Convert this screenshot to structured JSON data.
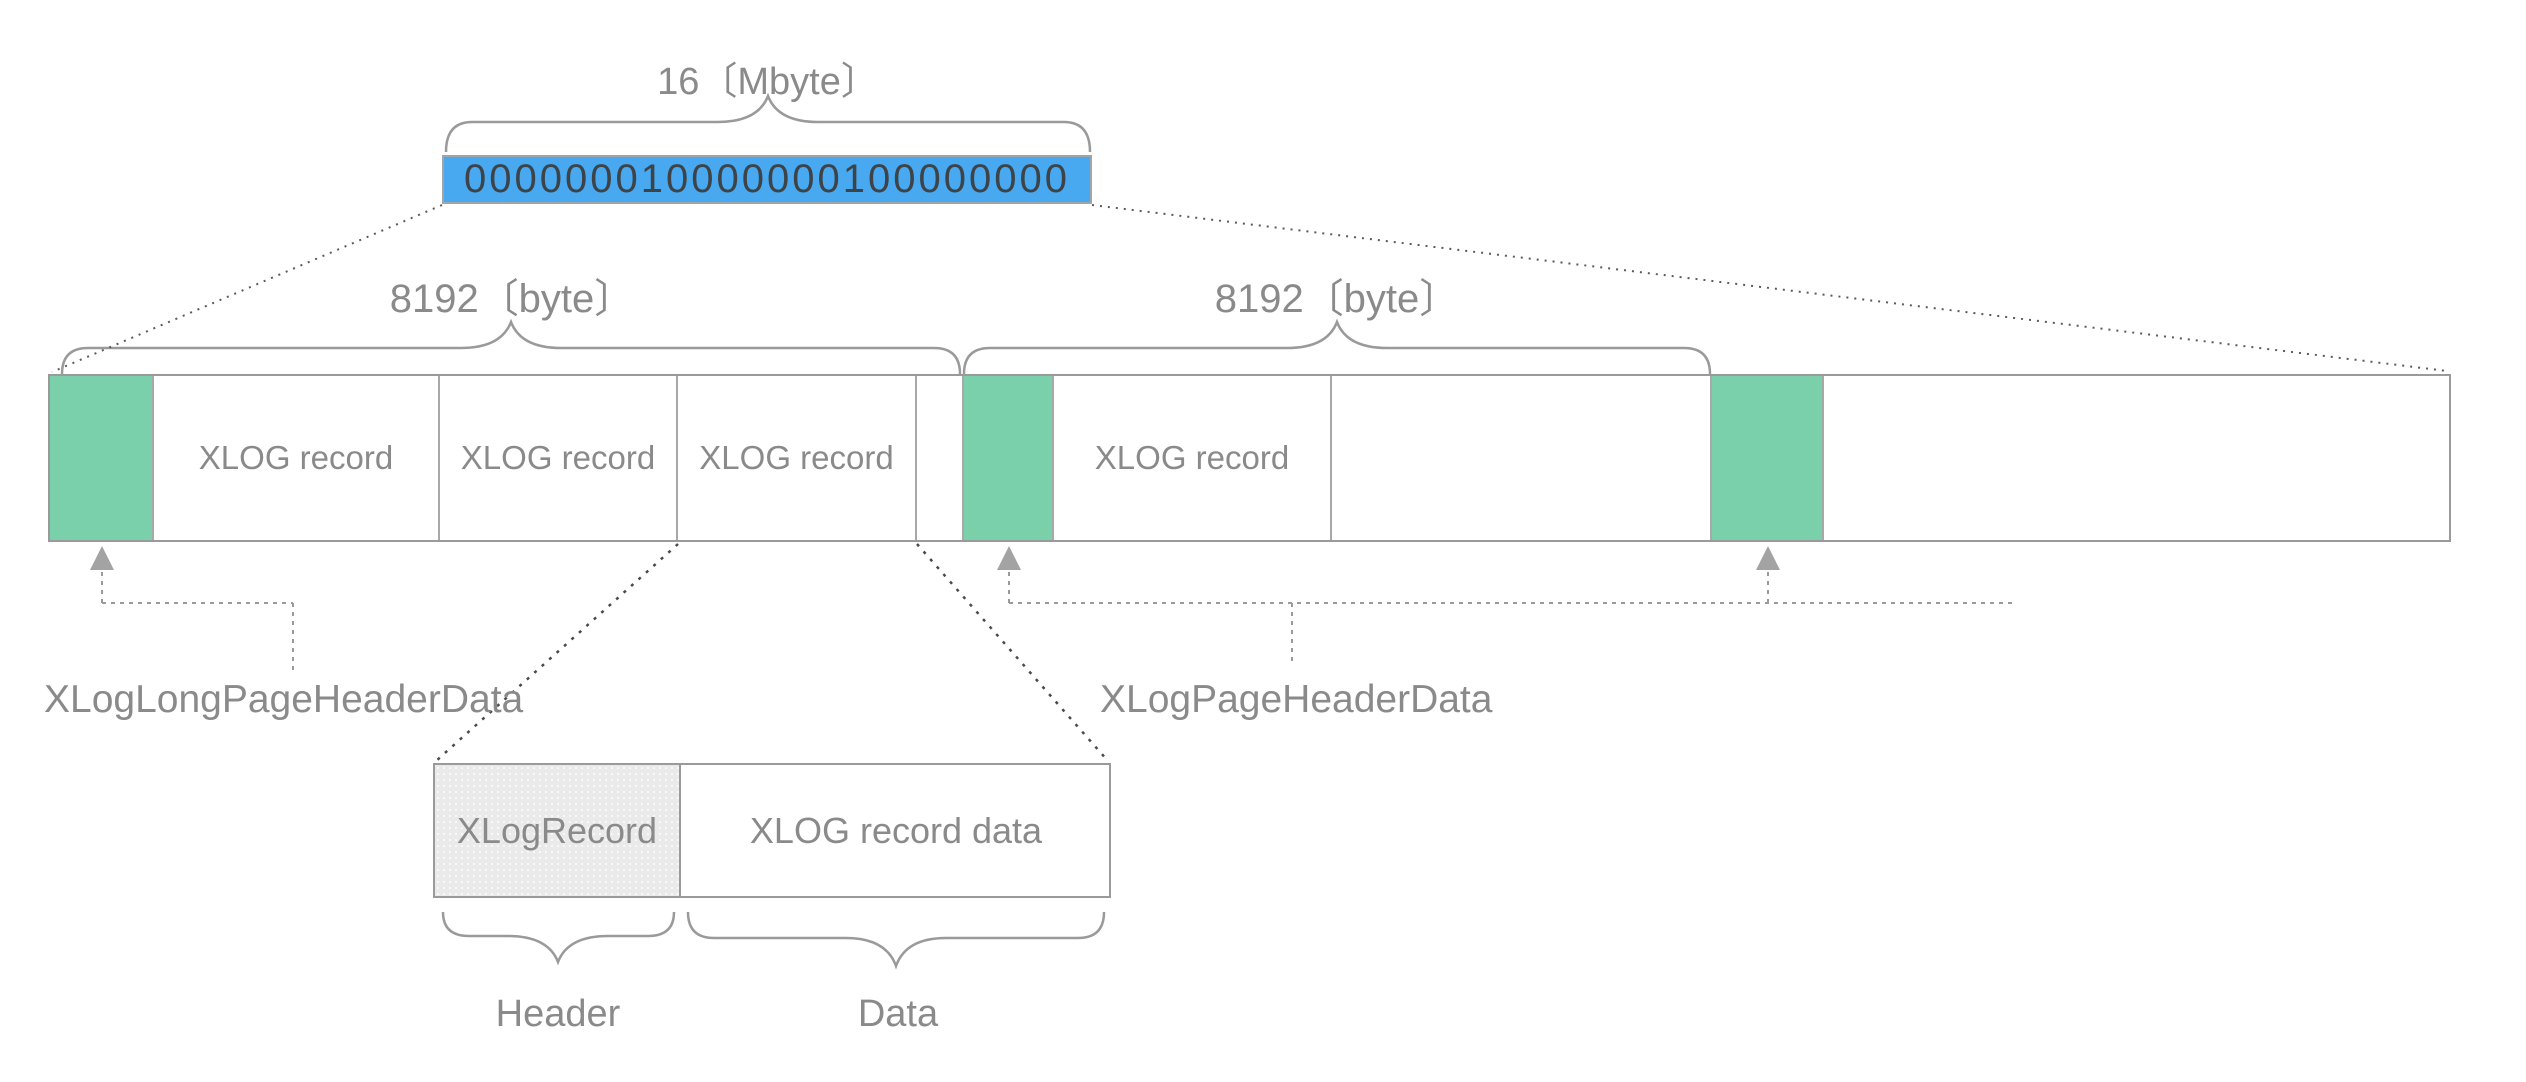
{
  "segment": {
    "size_label": "16〔Mbyte〕",
    "filename": "000000010000000100000000"
  },
  "page_braces": {
    "left_label": "8192〔byte〕",
    "right_label": "8192〔byte〕"
  },
  "records": [
    "XLOG record",
    "XLOG record",
    "XLOG record",
    "XLOG record"
  ],
  "annotations": {
    "long_page_header": "XLogLongPageHeaderData",
    "page_header": "XLogPageHeaderData"
  },
  "detail": {
    "header_cell": "XLogRecord",
    "data_cell": "XLOG record data",
    "header_brace_label": "Header",
    "data_brace_label": "Data"
  },
  "colors": {
    "segment_fill": "#48a9f0",
    "page_header_fill": "#79d0ab",
    "record_header_fill": "#eaeaea",
    "line_gray": "#9a9a9a",
    "text_gray": "#8a8a8a",
    "filename_text": "#3d4347"
  }
}
